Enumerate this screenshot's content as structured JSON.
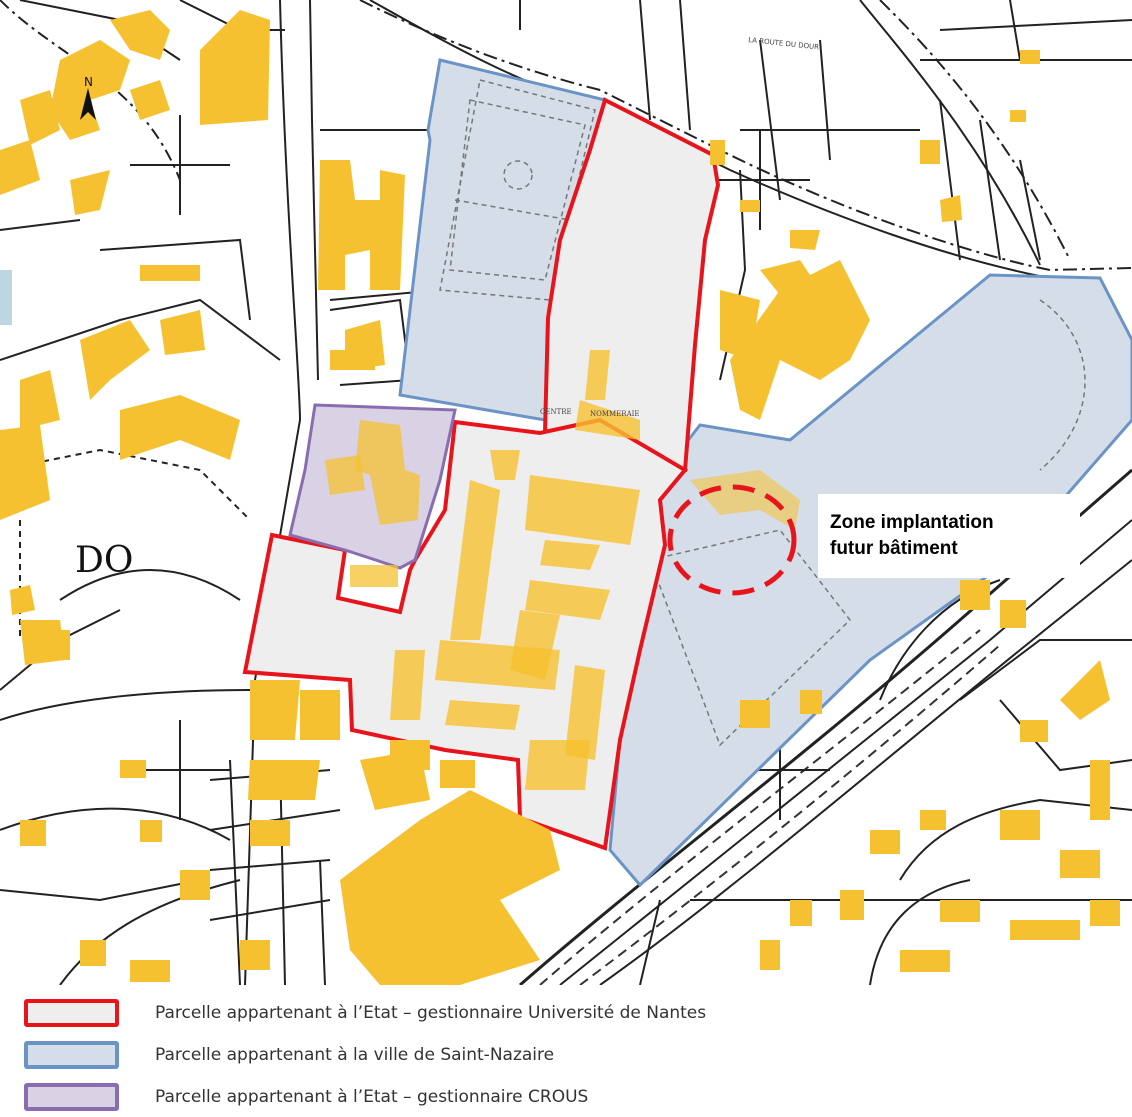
{
  "map": {
    "place_label": "DO",
    "street_labels": [
      "LA ROUTE DU DOUR",
      "CENTRE",
      "NOMMERAIE"
    ],
    "callout": {
      "line1": "Zone implantation",
      "line2": "futur bâtiment"
    },
    "north_arrow_label": "N"
  },
  "legend": {
    "items": [
      {
        "label": "Parcelle appartenant à l’Etat – gestionnaire Université de Nantes",
        "fill": "#eeeeee",
        "border": "#e8141c"
      },
      {
        "label": "Parcelle appartenant à la ville de Saint-Nazaire",
        "fill": "#d5dde9",
        "border": "#6b94c6"
      },
      {
        "label": "Parcelle appartenant à l’Etat – gestionnaire CROUS",
        "fill": "#d9d1e4",
        "border": "#8a6cb0"
      }
    ]
  },
  "colors": {
    "building": "#f6c130",
    "state_border": "#e8141c",
    "city_fill": "#d5dde9",
    "city_border": "#6b94c6",
    "crous_fill": "#d9d1e4",
    "crous_border": "#8a6cb0",
    "zone_circle": "#e8141c"
  }
}
